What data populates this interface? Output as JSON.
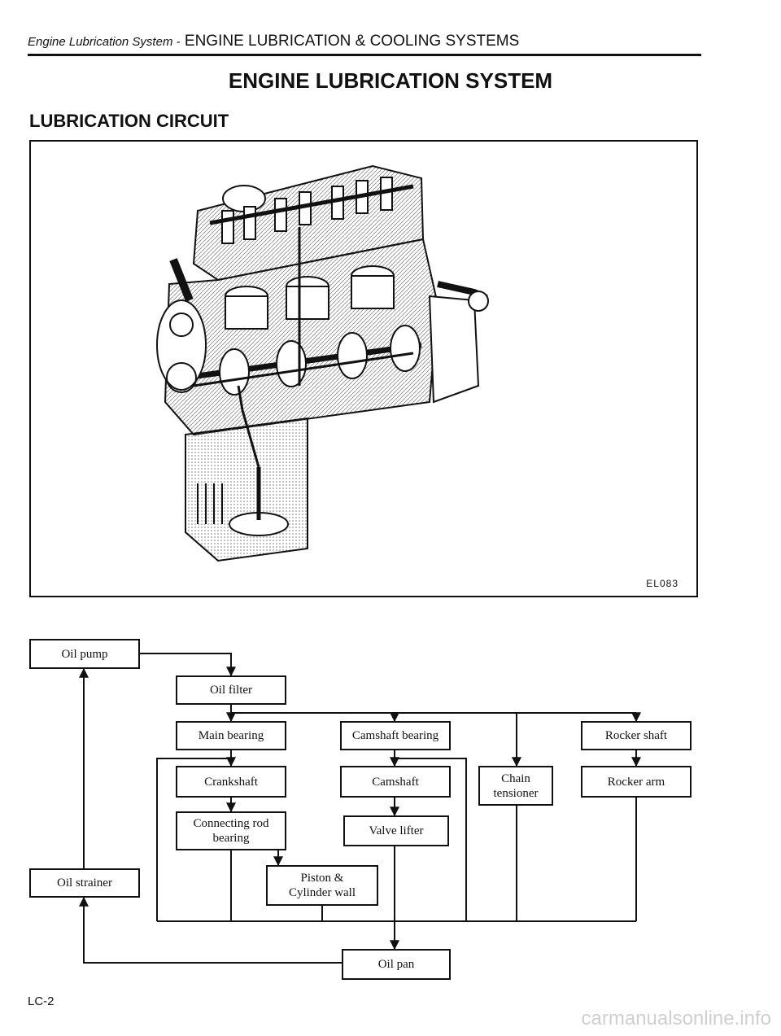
{
  "header": {
    "subtitle": "Engine Lubrication System -",
    "title": "ENGINE LUBRICATION & COOLING SYSTEMS"
  },
  "page_title": "ENGINE LUBRICATION SYSTEM",
  "section_title": "LUBRICATION CIRCUIT",
  "figure": {
    "code": "EL083"
  },
  "flow": {
    "oil_pump": "Oil pump",
    "oil_filter": "Oil filter",
    "main_bearing": "Main bearing",
    "camshaft_bearing": "Camshaft bearing",
    "rocker_shaft": "Rocker shaft",
    "crankshaft": "Crankshaft",
    "camshaft": "Camshaft",
    "chain_tensioner": "Chain\ntensioner",
    "rocker_arm": "Rocker arm",
    "connecting_rod": "Connecting rod\nbearing",
    "valve_lifter": "Valve lifter",
    "oil_strainer": "Oil strainer",
    "piston_cylinder": "Piston &\nCylinder wall",
    "oil_pan": "Oil pan"
  },
  "page_number": "LC-2",
  "watermark": "carmanualsonline.info"
}
